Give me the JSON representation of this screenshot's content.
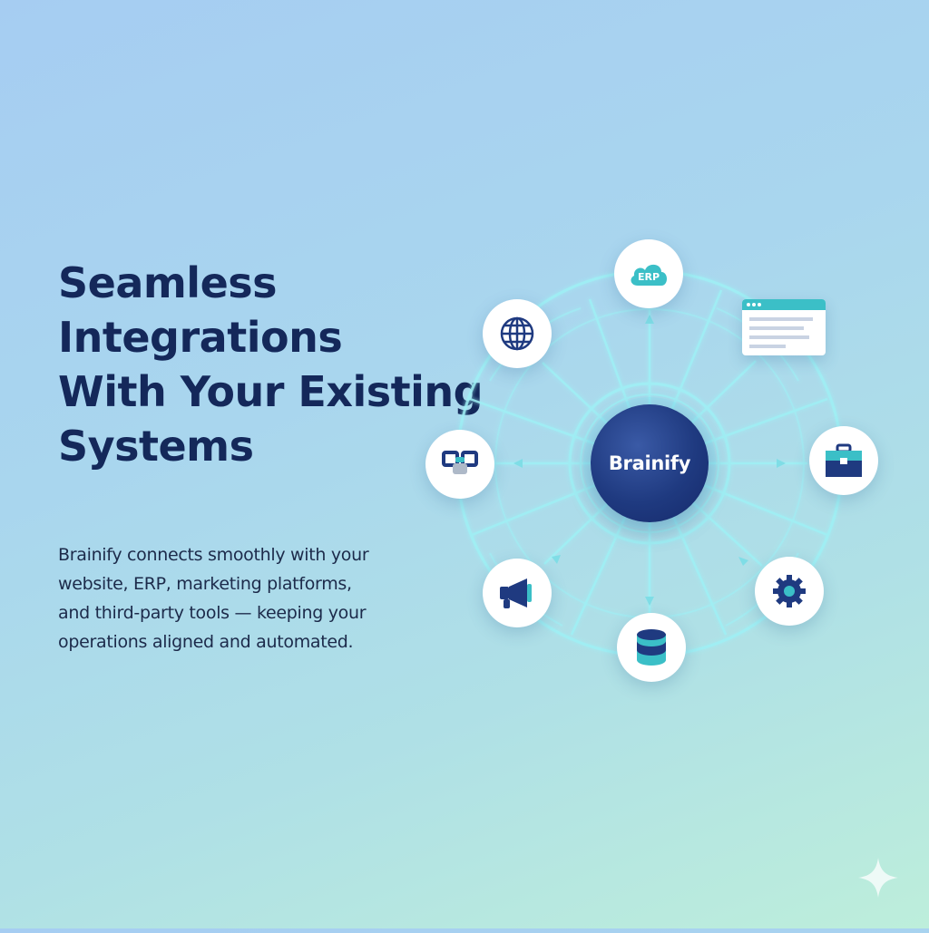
{
  "headline": {
    "lines": [
      "Seamless",
      "Integrations",
      "With Your Existing",
      "Systems"
    ]
  },
  "body_text": {
    "lines": [
      "Brainify connects smoothly with your",
      "website, ERP, marketing platforms,",
      "and third-party tools — keeping your",
      "operations aligned and automated."
    ]
  },
  "diagram": {
    "hub_label": "Brainify",
    "nodes": [
      {
        "icon": "erp-cloud-icon",
        "label": "ERP"
      },
      {
        "icon": "browser-window-icon"
      },
      {
        "icon": "briefcase-icon"
      },
      {
        "icon": "gear-icon"
      },
      {
        "icon": "database-icon"
      },
      {
        "icon": "megaphone-icon"
      },
      {
        "icon": "tools-icon"
      },
      {
        "icon": "globe-icon"
      }
    ]
  },
  "colors": {
    "navy": "#14285a",
    "hub": "#1f3a80",
    "teal": "#3bbfc7",
    "connector": "#9ff0f5"
  }
}
